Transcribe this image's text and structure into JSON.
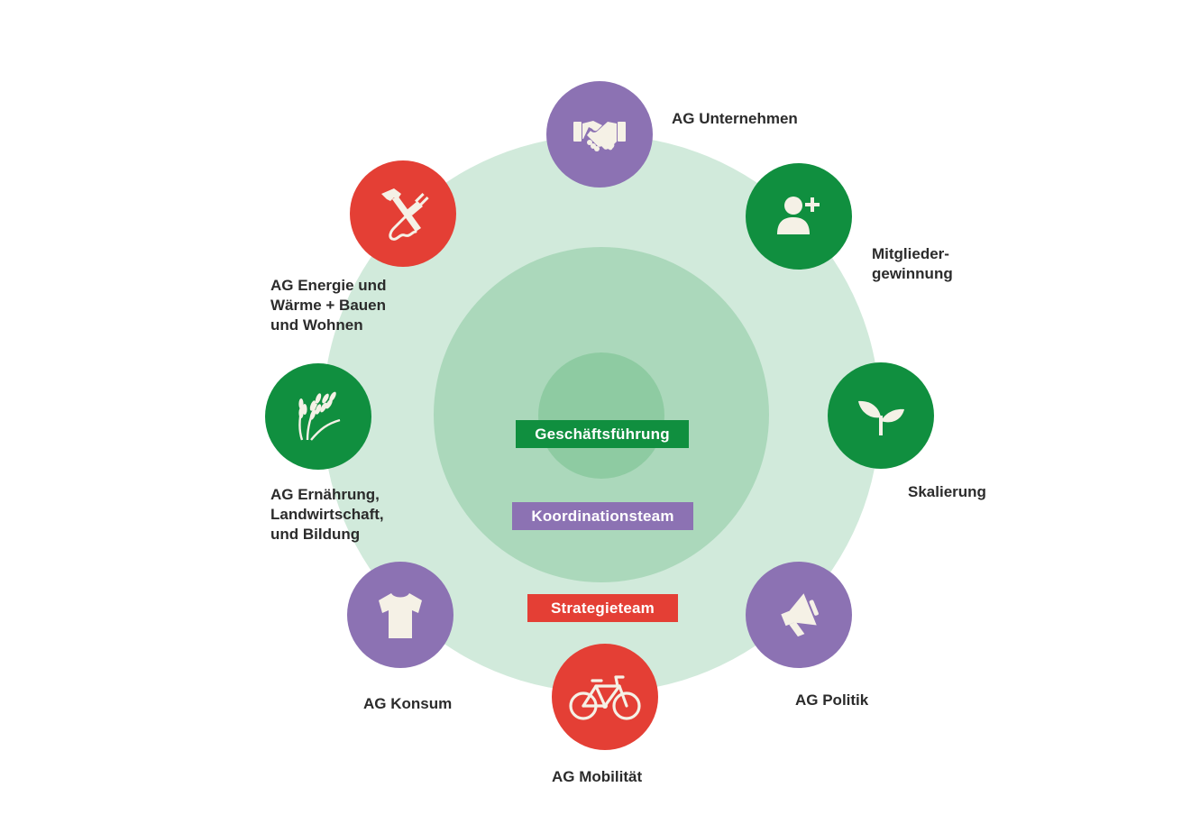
{
  "colors": {
    "purple": "#8c72b3",
    "green": "#108f3f",
    "red": "#e43f35",
    "icon": "#f5f1e6",
    "ring_outer": "#d1eadb",
    "ring_middle": "#abd8bb",
    "ring_inner": "#8ecba2"
  },
  "center": {
    "geschaeftsfuehrung": "Geschäftsführung",
    "koordinationsteam": "Koordinationsteam",
    "strategieteam": "Strategieteam"
  },
  "nodes": [
    {
      "id": "unternehmen",
      "label": "AG Unternehmen",
      "color": "purple",
      "icon": "handshake-icon"
    },
    {
      "id": "mitglieder",
      "label": "Mitglieder-\ngewinnung",
      "color": "green",
      "icon": "add-person-icon"
    },
    {
      "id": "skalierung",
      "label": "Skalierung",
      "color": "green",
      "icon": "sprout-icon"
    },
    {
      "id": "politik",
      "label": "AG Politik",
      "color": "purple",
      "icon": "megaphone-icon"
    },
    {
      "id": "mobilitaet",
      "label": "AG Mobilität",
      "color": "red",
      "icon": "bicycle-icon"
    },
    {
      "id": "konsum",
      "label": "AG Konsum",
      "color": "purple",
      "icon": "tshirt-icon"
    },
    {
      "id": "ernaehrung",
      "label": "AG Ernährung,\nLandwirtschaft,\nund Bildung",
      "color": "green",
      "icon": "wheat-icon"
    },
    {
      "id": "energie",
      "label": "AG Energie und\nWärme + Bauen\nund Wohnen",
      "color": "red",
      "icon": "hammer-plug-icon"
    }
  ]
}
